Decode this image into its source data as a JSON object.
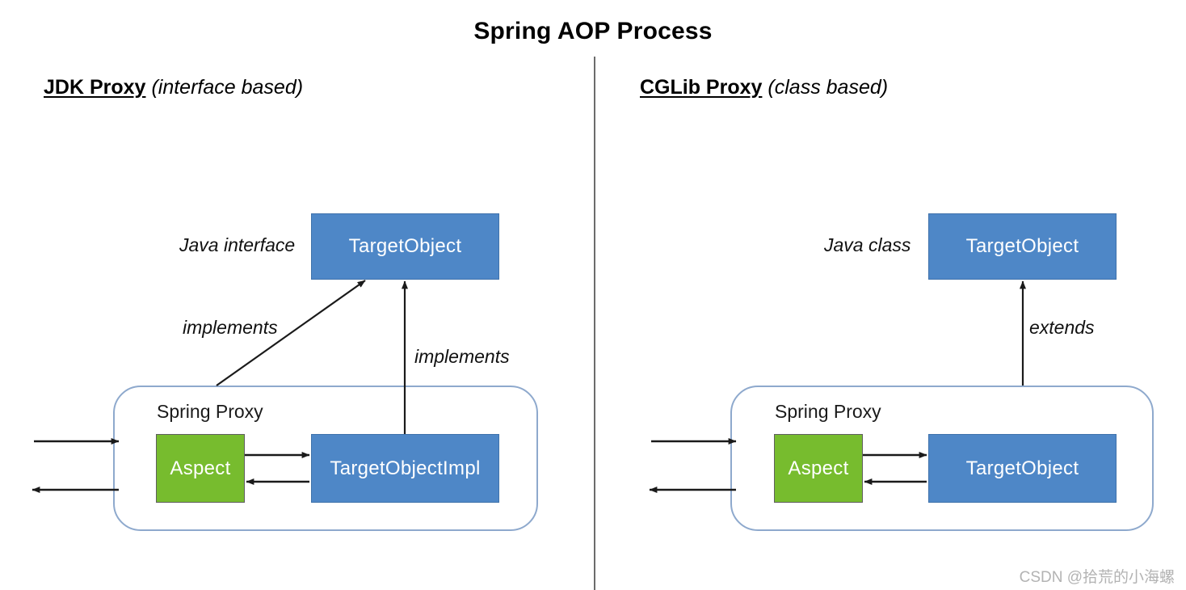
{
  "title": "Spring AOP Process",
  "watermark": "CSDN @拾荒的小海螺",
  "colors": {
    "blue_box": "#4e87c7",
    "green_box": "#77bc2e",
    "proxy_border": "#8ea9cd",
    "divider": "#6b6b6b",
    "arrow": "#1a1a1a",
    "watermark_text": "#b3b3b3"
  },
  "panels": [
    {
      "id": "jdk",
      "heading_kind": "JDK Proxy",
      "heading_sub": "(interface based)",
      "target_note": "Java interface",
      "target_box": "TargetObject",
      "relation_diagonal": "implements",
      "relation_vertical": "implements",
      "proxy_label": "Spring Proxy",
      "aspect_box": "Aspect",
      "impl_box": "TargetObjectImpl"
    },
    {
      "id": "cglib",
      "heading_kind": "CGLib Proxy",
      "heading_sub": "(class based)",
      "target_note": "Java class",
      "target_box": "TargetObject",
      "relation_vertical": "extends",
      "proxy_label": "Spring Proxy",
      "aspect_box": "Aspect",
      "impl_box": "TargetObject"
    }
  ]
}
